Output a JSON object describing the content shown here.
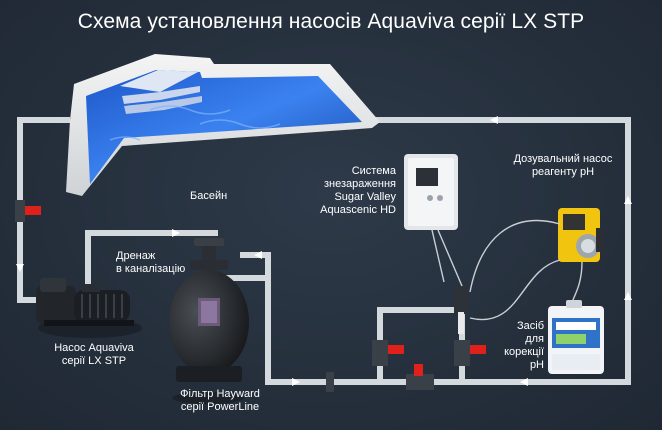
{
  "title": "Схема установлення насосів Aquaviva серії LX STP",
  "labels": {
    "pool": "Басейн",
    "drain": [
      "Дренаж",
      "в каналізацію"
    ],
    "pump": [
      "Насос Aquaviva",
      "серії LX STP"
    ],
    "filter": [
      "Фільтр Hayward",
      "серії PowerLine"
    ],
    "disinfection": [
      "Система",
      "знезараження",
      "Sugar Valley",
      "Aquascenic HD"
    ],
    "dosing_pump": [
      "Дозувальний насос",
      "реагенту pH"
    ],
    "ph_agent": [
      "Засіб",
      "для",
      "корекції",
      "pH"
    ]
  },
  "colors": {
    "background": "#26303d",
    "pipe": "#d6dbe0",
    "valve": "#e0201b",
    "water": "#2e6fd8",
    "text": "#ffffff"
  }
}
